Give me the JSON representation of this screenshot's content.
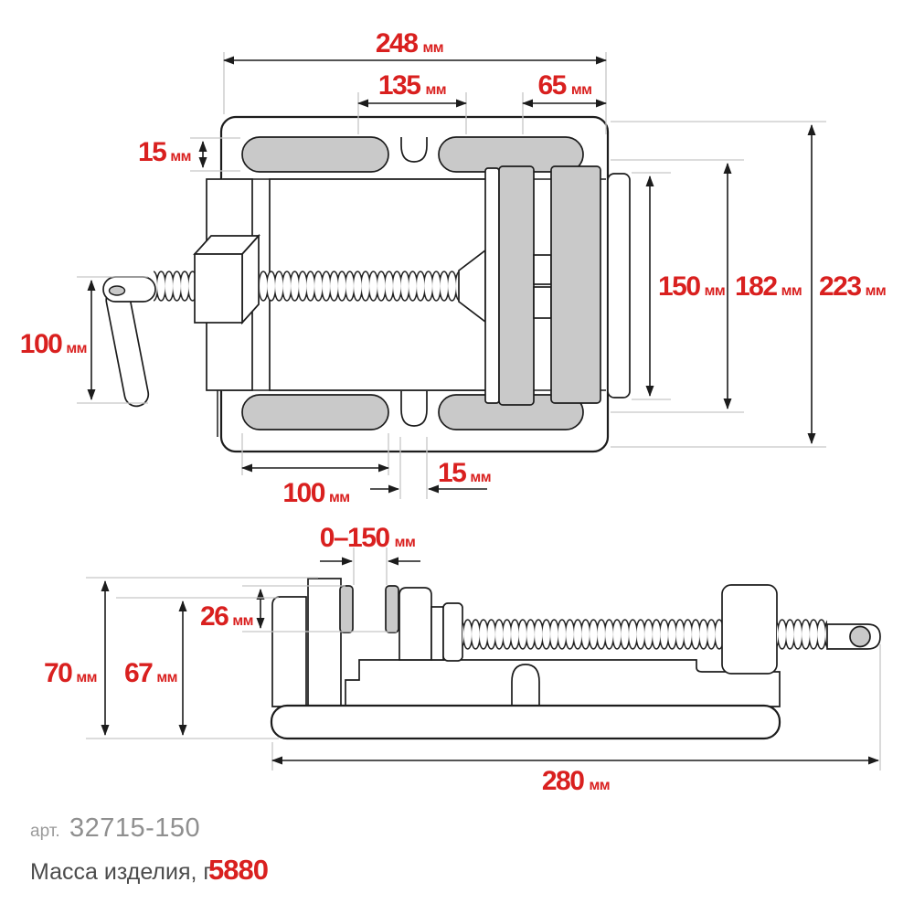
{
  "colors": {
    "accent_red": "#d9201f",
    "outline": "#1c1c1c",
    "extension_line": "#c6c6c6",
    "metal_fill": "#c9c9c9",
    "article_gray": "#8f8f8f",
    "label_dark": "#4c4c4c",
    "background": "#ffffff"
  },
  "dimensions": {
    "top_width": {
      "value": "248",
      "unit": "мм"
    },
    "jaw_span": {
      "value": "135",
      "unit": "мм"
    },
    "rear_span": {
      "value": "65",
      "unit": "мм"
    },
    "slot_width_top": {
      "value": "15",
      "unit": "мм"
    },
    "handle_length": {
      "value": "100",
      "unit": "мм"
    },
    "jaw_width": {
      "value": "150",
      "unit": "мм"
    },
    "plate_width": {
      "value": "182",
      "unit": "мм"
    },
    "total_depth": {
      "value": "223",
      "unit": "мм"
    },
    "slot_length": {
      "value": "100",
      "unit": "мм"
    },
    "center_slot": {
      "value": "15",
      "unit": "мм"
    },
    "jaw_opening": {
      "value": "0–150",
      "unit": "мм"
    },
    "jaw_height": {
      "value": "26",
      "unit": "мм"
    },
    "body_height": {
      "value": "67",
      "unit": "мм"
    },
    "total_height": {
      "value": "70",
      "unit": "мм"
    },
    "base_length": {
      "value": "280",
      "unit": "мм"
    }
  },
  "footer": {
    "article_label": "арт.",
    "article_number": "32715-150",
    "mass_label": "Масса изделия, г",
    "mass_value": "5880"
  }
}
